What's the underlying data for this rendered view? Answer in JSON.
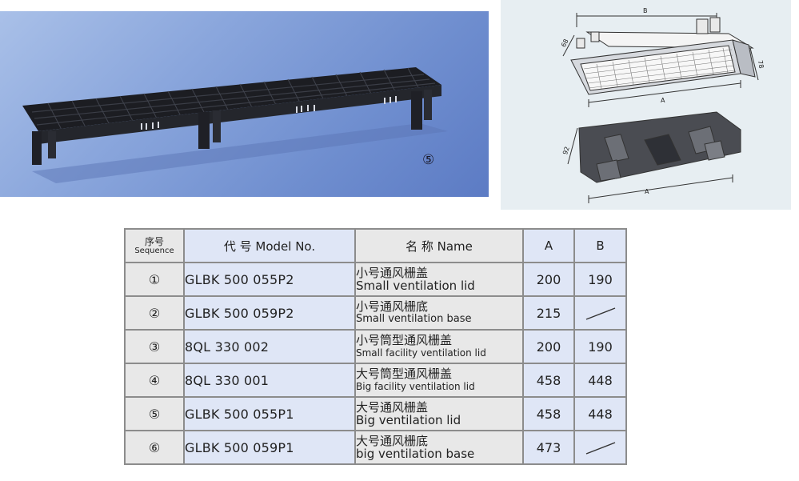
{
  "photo": {
    "marker": "⑤"
  },
  "drawing": {
    "top_dims": {
      "b": "B",
      "d1": "68",
      "d2": "78",
      "a": "A"
    },
    "bottom_dims": {
      "d1": "92",
      "a": "A"
    }
  },
  "table": {
    "headers": {
      "seq_zh": "序号",
      "seq_en": "Sequence",
      "model": "代 号  Model No.",
      "name": "名 称  Name",
      "a": "A",
      "b": "B"
    },
    "rows": [
      {
        "seq": "①",
        "model": "GLBK   500   055P2",
        "name_zh": "小号通风栅盖",
        "name_en": "Small  ventilation lid",
        "a": "200",
        "b": "190"
      },
      {
        "seq": "②",
        "model": "GLBK   500   059P2",
        "name_zh": "小号通风栅底",
        "name_en": "Small ventilation base",
        "a": "215",
        "b": ""
      },
      {
        "seq": "③",
        "model": "8QL  330  002",
        "name_zh": "小号筒型通风栅盖",
        "name_en": "Small facility ventilation lid",
        "a": "200",
        "b": "190"
      },
      {
        "seq": "④",
        "model": "8QL  330  001",
        "name_zh": "大号筒型通风栅盖",
        "name_en": "Big facility ventilation lid",
        "a": "458",
        "b": "448"
      },
      {
        "seq": "⑤",
        "model": "GLBK   500   055P1",
        "name_zh": "大号通风栅盖",
        "name_en": "Big ventilation lid",
        "a": "458",
        "b": "448"
      },
      {
        "seq": "⑥",
        "model": "GLBK   500   059P1",
        "name_zh": "大号通风栅底",
        "name_en": "big ventilation base",
        "a": "473",
        "b": ""
      }
    ]
  }
}
